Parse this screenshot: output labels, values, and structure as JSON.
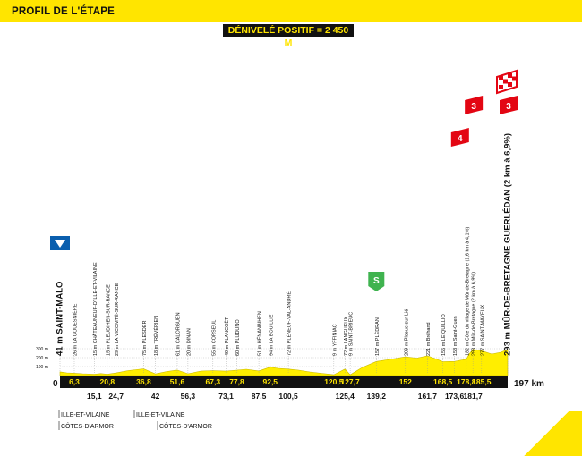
{
  "header": {
    "title": "PROFIL DE L'ÉTAPE"
  },
  "elevation_gain": "DÉNIVELÉ POSITIF = 2 450 M",
  "altitude_scale": [
    "300 m",
    "200 m",
    "100 m"
  ],
  "distance": {
    "start": "0",
    "end": "197 km"
  },
  "colors": {
    "accent": "#ffe500",
    "dark": "#111111",
    "climb_marker": "#e30613",
    "sprint_marker": "#3fb34f",
    "profile_fill": "#ffee00"
  },
  "towns": [
    {
      "label": "41 m SAINT-MALO",
      "km": 0,
      "major": true
    },
    {
      "label": "26 m LA GOUESNIÈRE",
      "km": 6.3
    },
    {
      "label": "15 m CHÂTEAUNEUF-D'ILLE-ET-VILAINE",
      "km": 15.1
    },
    {
      "label": "15 m PLEUDIHEN-SUR-RANCE",
      "km": 20.8
    },
    {
      "label": "29 m LA VICOMTÉ-SUR-RANCE",
      "km": 24.7
    },
    {
      "label": "75 m PLESDER",
      "km": 36.8
    },
    {
      "label": "18 m TRÉVÉRIEN",
      "km": 42
    },
    {
      "label": "61 m CALORGUEN",
      "km": 51.6
    },
    {
      "label": "20 m DINAN",
      "km": 56.3
    },
    {
      "label": "55 m CORSEUL",
      "km": 67.3
    },
    {
      "label": "49 m PLANCOËT",
      "km": 73.1
    },
    {
      "label": "60 m PLUDUNO",
      "km": 77.8
    },
    {
      "label": "51 m HÉNANBIHEN",
      "km": 87.5
    },
    {
      "label": "94 m LA BOUILLIE",
      "km": 92.5
    },
    {
      "label": "72 m PLÉNEUF-VAL-ANDRÉ",
      "km": 100.5
    },
    {
      "label": "9 m YFFINIAC",
      "km": 120.5
    },
    {
      "label": "72 m LANGUEUX",
      "km": 125.4
    },
    {
      "label": "9 m SAINT-BRIEUC",
      "km": 127.7
    },
    {
      "label": "157 m PLÉDRAN",
      "km": 139.2
    },
    {
      "label": "209 m Ploeuc-sur-Lié",
      "km": 152
    },
    {
      "label": "221 m Bréhand",
      "km": 161.7
    },
    {
      "label": "155 m LE QUILLIO",
      "km": 168.5
    },
    {
      "label": "158 m Saint-Guen",
      "km": 173.6
    },
    {
      "label": "182 m Côte du village de Mûr-de-Bretagne (1,6 km à 4,1%)",
      "km": 178.8
    },
    {
      "label": "293 m Mûr-de-Bretagne (2 km à 6,9%)",
      "km": 181.7
    },
    {
      "label": "277 m SAINT-MAYEUX",
      "km": 185.5
    },
    {
      "label": "293 m MÛR-DE-BRETAGNE GUERLÉDAN (2 km à 6,9%)",
      "km": 197,
      "major": true
    }
  ],
  "km_labels": [
    "6,3",
    "15,1",
    "20,8",
    "24,7",
    "36,8",
    "42",
    "51,6",
    "56,3",
    "67,3",
    "73,1",
    "77,8",
    "87,5",
    "92,5",
    "100,5",
    "120,5",
    "125,4",
    "127,7",
    "139,2",
    "152",
    "161,7",
    "168,5",
    "173,6",
    "178,8",
    "181,7",
    "185,5"
  ],
  "climb_markers": [
    {
      "category": "4",
      "km": 178.8
    },
    {
      "category": "3",
      "km": 181.7
    },
    {
      "category": "3",
      "km": 197
    }
  ],
  "sprint_marker": {
    "label": "S",
    "km": 139.2
  },
  "departments": [
    {
      "label": "ILLE-ET-VILAINE",
      "row": 1
    },
    {
      "label": "CÔTES-D'ARMOR",
      "row": 2
    },
    {
      "label": "ILLE-ET-VILAINE",
      "row": 1
    },
    {
      "label": "CÔTES-D'ARMOR",
      "row": 2
    }
  ],
  "profile": [
    [
      0,
      41
    ],
    [
      3,
      30
    ],
    [
      6.3,
      26
    ],
    [
      10,
      20
    ],
    [
      15.1,
      15
    ],
    [
      18,
      22
    ],
    [
      20.8,
      15
    ],
    [
      24.7,
      29
    ],
    [
      30,
      55
    ],
    [
      36.8,
      75
    ],
    [
      42,
      18
    ],
    [
      47,
      45
    ],
    [
      51.6,
      61
    ],
    [
      56.3,
      20
    ],
    [
      62,
      50
    ],
    [
      67.3,
      55
    ],
    [
      73.1,
      49
    ],
    [
      77.8,
      60
    ],
    [
      82,
      70
    ],
    [
      87.5,
      51
    ],
    [
      92.5,
      94
    ],
    [
      96,
      80
    ],
    [
      100.5,
      72
    ],
    [
      105,
      60
    ],
    [
      110,
      40
    ],
    [
      115,
      25
    ],
    [
      120.5,
      9
    ],
    [
      125.4,
      72
    ],
    [
      127.7,
      9
    ],
    [
      133,
      90
    ],
    [
      139.2,
      157
    ],
    [
      145,
      180
    ],
    [
      152,
      209
    ],
    [
      157,
      195
    ],
    [
      161.7,
      221
    ],
    [
      165,
      190
    ],
    [
      168.5,
      155
    ],
    [
      173.6,
      158
    ],
    [
      176,
      170
    ],
    [
      178.8,
      182
    ],
    [
      180,
      240
    ],
    [
      181.7,
      293
    ],
    [
      185.5,
      277
    ],
    [
      190,
      240
    ],
    [
      194,
      260
    ],
    [
      197,
      293
    ]
  ]
}
